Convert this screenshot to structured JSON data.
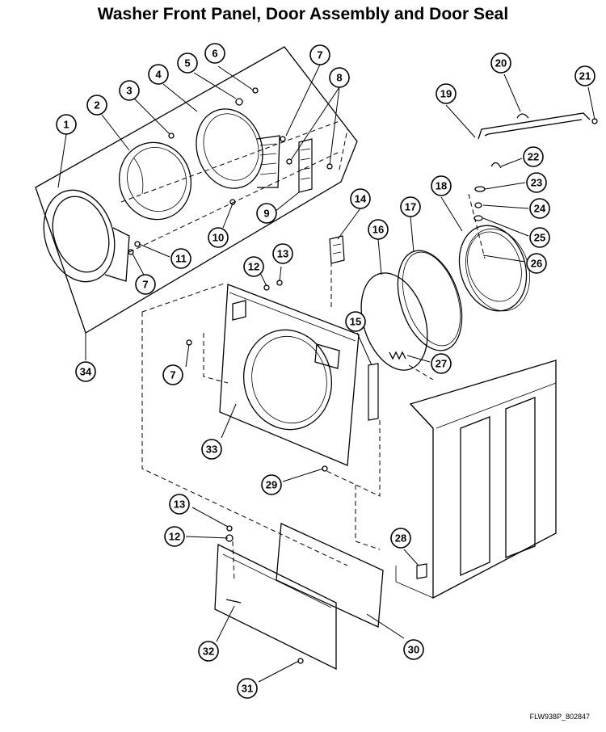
{
  "title": "Washer Front Panel, Door Assembly and Door Seal",
  "drawing_code": "FLW938P_802847",
  "callouts": [
    "1",
    "2",
    "3",
    "4",
    "5",
    "6",
    "7",
    "7",
    "7",
    "7",
    "8",
    "9",
    "10",
    "11",
    "12",
    "12",
    "13",
    "13",
    "14",
    "15",
    "16",
    "17",
    "18",
    "19",
    "20",
    "21",
    "22",
    "23",
    "24",
    "25",
    "26",
    "27",
    "28",
    "29",
    "30",
    "31",
    "32",
    "33",
    "34"
  ]
}
